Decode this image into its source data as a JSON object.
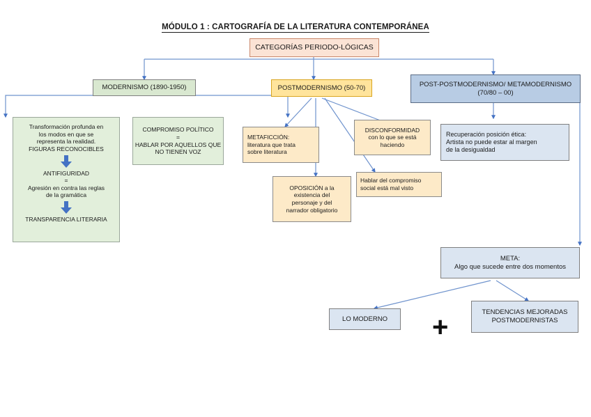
{
  "diagram": {
    "title": "MÓDULO 1 : CARTOGRAFÍA DE LA LITERATURA CONTEMPORÁNEA",
    "plus_symbol": "+",
    "colors": {
      "peach_fill": "#FBE3D5",
      "peach_border": "#C9876A",
      "green_fill": "#D9E8D0",
      "green_soft_fill": "#E2EFDB",
      "yellow_fill": "#FFE49C",
      "yellow_border": "#D9A520",
      "cream_fill": "#FDEAC8",
      "blue_fill": "#B8CCE4",
      "blue_soft_fill": "#DBE5F1",
      "connector_line": "#4472C4",
      "block_arrow": "#4472C4"
    },
    "nodes": {
      "root": "CATEGORÍAS PERIODO-LÓGICAS",
      "modernismo": "MODERNISMO (1890-1950)",
      "postmodernismo": "POSTMODERNISMO (50-70)",
      "post_postmodernismo": "POST-POSTMODERNISMO/ METAMODERNISMO\n(70/80 – 00)",
      "transformacion_l1": "Transformación profunda en\nlos modos en que se\nrepresenta la realidad.\nFIGURAS RECONOCIBLES",
      "transformacion_l2": "ANTIFIGURIDAD\n=\nAgresión en contra las reglas\nde la gramática",
      "transformacion_l3": "TRANSPARENCIA LITERARIA",
      "compromiso_politico": "COMPROMISO POLÍTICO\n=\nHABLAR POR AQUELLOS QUE\nNO TIENEN VOZ",
      "metaficcion": "METAFICCIÓN:\nliteratura que trata\nsobre literatura",
      "disconformidad": "DISCONFORMIDAD\ncon lo que se está\nhaciendo",
      "oposicion": "OPOSICIÓN a la\nexistencia del\npersonaje y del\nnarrador obligatorio",
      "compromiso_social": "Hablar del compromiso\nsocial está mal visto",
      "recuperacion": "Recuperación posición ética:\nArtista no puede estar al margen\nde la desigualdad",
      "meta": "META:\nAlgo que sucede entre dos momentos",
      "lo_moderno": "LO MODERNO",
      "tendencias": "TENDENCIAS MEJORADAS\nPOSTMODERNISTAS"
    }
  }
}
